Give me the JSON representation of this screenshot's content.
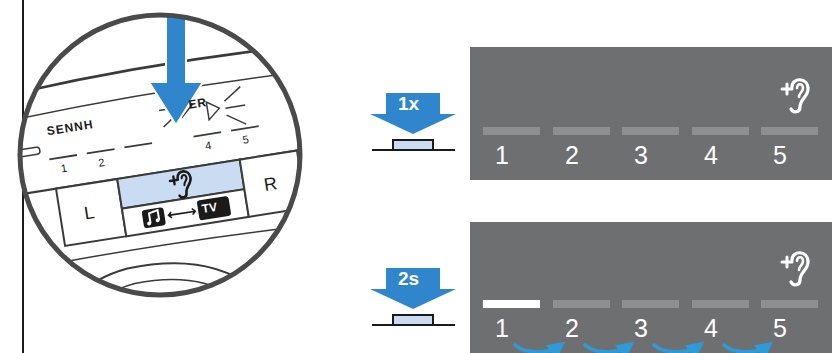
{
  "diagram": {
    "nodes": [
      {
        "text": [
          "1"
        ]
      },
      {
        "text": [
          "2"
        ]
      },
      {
        "text": [
          "3"
        ]
      },
      {
        "text": [
          "4"
        ]
      },
      {
        "text": [
          "5"
        ]
      },
      {
        "text": [
          "1"
        ]
      },
      {
        "text": [
          "2"
        ]
      },
      {
        "text": [
          "3"
        ]
      },
      {
        "text": [
          "4"
        ]
      },
      {
        "text": [
          "5"
        ]
      }
    ],
    "edges": [
      {
        "from": 5,
        "to": 6,
        "arrow": "to"
      },
      {
        "from": 6,
        "to": 7,
        "arrow": "to"
      },
      {
        "from": 7,
        "to": 8,
        "arrow": "to"
      },
      {
        "from": 8,
        "to": 9,
        "arrow": "to"
      }
    ],
    "labels": [
      "SENNH",
      "ER",
      "1",
      "2",
      "4",
      "5",
      "L",
      "R",
      "TV",
      "1x",
      "2s"
    ]
  }
}
